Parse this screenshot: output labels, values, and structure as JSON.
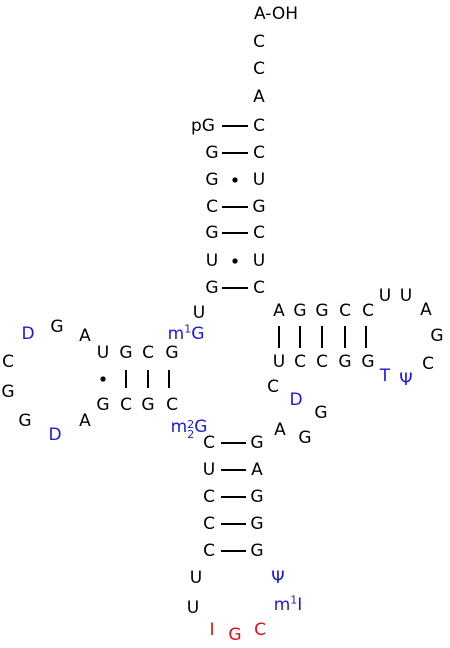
{
  "colors": {
    "standard": "#000000",
    "modified": "#1a1adb",
    "anticodon": "#e01010"
  },
  "nucleotides": [
    {
      "id": "acc-aoh",
      "text": "A-OH",
      "kind": "standard"
    },
    {
      "id": "acc-c1",
      "text": "C",
      "kind": "standard"
    },
    {
      "id": "acc-c2",
      "text": "C",
      "kind": "standard"
    },
    {
      "id": "acc-a",
      "text": "A",
      "kind": "standard"
    },
    {
      "id": "acc-l1",
      "text": "pG",
      "kind": "standard"
    },
    {
      "id": "acc-l2",
      "text": "G",
      "kind": "standard"
    },
    {
      "id": "acc-l3",
      "text": "G",
      "kind": "standard"
    },
    {
      "id": "acc-l4",
      "text": "C",
      "kind": "standard"
    },
    {
      "id": "acc-l5",
      "text": "G",
      "kind": "standard"
    },
    {
      "id": "acc-l6",
      "text": "U",
      "kind": "standard"
    },
    {
      "id": "acc-l7",
      "text": "G",
      "kind": "standard"
    },
    {
      "id": "acc-r1",
      "text": "C",
      "kind": "standard"
    },
    {
      "id": "acc-r2",
      "text": "C",
      "kind": "standard"
    },
    {
      "id": "acc-r3",
      "text": "U",
      "kind": "standard"
    },
    {
      "id": "acc-r4",
      "text": "G",
      "kind": "standard"
    },
    {
      "id": "acc-r5",
      "text": "C",
      "kind": "standard"
    },
    {
      "id": "acc-r6",
      "text": "U",
      "kind": "standard"
    },
    {
      "id": "acc-r7",
      "text": "C",
      "kind": "standard"
    },
    {
      "id": "link-u8",
      "text": "U",
      "kind": "standard"
    },
    {
      "id": "m1g",
      "text": "m",
      "sup": "1",
      "tail": "G",
      "kind": "modified"
    },
    {
      "id": "d-top-g",
      "text": "G",
      "kind": "standard"
    },
    {
      "id": "d-top-c",
      "text": "C",
      "kind": "standard"
    },
    {
      "id": "d-top-g2",
      "text": "G",
      "kind": "standard"
    },
    {
      "id": "d-top-u",
      "text": "U",
      "kind": "standard"
    },
    {
      "id": "d-top-a",
      "text": "A",
      "kind": "standard"
    },
    {
      "id": "d-loop-g1",
      "text": "G",
      "kind": "standard"
    },
    {
      "id": "d-loop-d1",
      "text": "D",
      "kind": "modified"
    },
    {
      "id": "d-loop-c",
      "text": "C",
      "kind": "standard"
    },
    {
      "id": "d-loop-g2",
      "text": "G",
      "kind": "standard"
    },
    {
      "id": "d-loop-g3",
      "text": "G",
      "kind": "standard"
    },
    {
      "id": "d-loop-d2",
      "text": "D",
      "kind": "modified"
    },
    {
      "id": "d-bot-a",
      "text": "A",
      "kind": "standard"
    },
    {
      "id": "d-bot-g",
      "text": "G",
      "kind": "standard"
    },
    {
      "id": "d-bot-c",
      "text": "C",
      "kind": "standard"
    },
    {
      "id": "d-bot-g2",
      "text": "G",
      "kind": "standard"
    },
    {
      "id": "d-bot-c2",
      "text": "C",
      "kind": "standard"
    },
    {
      "id": "m22g",
      "text": "m",
      "sup": "2",
      "sub": "2",
      "tail": "G",
      "kind": "modified"
    },
    {
      "id": "ac-l1",
      "text": "C",
      "kind": "standard"
    },
    {
      "id": "ac-l2",
      "text": "U",
      "kind": "standard"
    },
    {
      "id": "ac-l3",
      "text": "C",
      "kind": "standard"
    },
    {
      "id": "ac-l4",
      "text": "C",
      "kind": "standard"
    },
    {
      "id": "ac-l5",
      "text": "C",
      "kind": "standard"
    },
    {
      "id": "ac-r1",
      "text": "G",
      "kind": "standard"
    },
    {
      "id": "ac-r2",
      "text": "A",
      "kind": "standard"
    },
    {
      "id": "ac-r3",
      "text": "G",
      "kind": "standard"
    },
    {
      "id": "ac-r4",
      "text": "G",
      "kind": "standard"
    },
    {
      "id": "ac-r5",
      "text": "G",
      "kind": "standard"
    },
    {
      "id": "ac-loop-u1",
      "text": "U",
      "kind": "standard"
    },
    {
      "id": "ac-loop-u2",
      "text": "U",
      "kind": "standard"
    },
    {
      "id": "ac-i",
      "text": "I",
      "kind": "anticodon"
    },
    {
      "id": "ac-g",
      "text": "G",
      "kind": "anticodon"
    },
    {
      "id": "ac-c",
      "text": "C",
      "kind": "anticodon"
    },
    {
      "id": "m1i",
      "text": "m",
      "sup": "1",
      "tail": "I",
      "kind": "modified"
    },
    {
      "id": "ac-psi",
      "text": "Ψ",
      "kind": "modified"
    },
    {
      "id": "var-c",
      "text": "C",
      "kind": "standard"
    },
    {
      "id": "var-d",
      "text": "D",
      "kind": "modified"
    },
    {
      "id": "var-g1",
      "text": "G",
      "kind": "standard"
    },
    {
      "id": "var-a",
      "text": "A",
      "kind": "standard"
    },
    {
      "id": "var-g2",
      "text": "G",
      "kind": "standard"
    },
    {
      "id": "t-top-a",
      "text": "A",
      "kind": "standard"
    },
    {
      "id": "t-top-g",
      "text": "G",
      "kind": "standard"
    },
    {
      "id": "t-top-g2",
      "text": "G",
      "kind": "standard"
    },
    {
      "id": "t-top-c",
      "text": "C",
      "kind": "standard"
    },
    {
      "id": "t-top-c2",
      "text": "C",
      "kind": "standard"
    },
    {
      "id": "t-loop-u1",
      "text": "U",
      "kind": "standard"
    },
    {
      "id": "t-loop-u2",
      "text": "U",
      "kind": "standard"
    },
    {
      "id": "t-loop-a",
      "text": "A",
      "kind": "standard"
    },
    {
      "id": "t-loop-g",
      "text": "G",
      "kind": "standard"
    },
    {
      "id": "t-loop-c",
      "text": "C",
      "kind": "standard"
    },
    {
      "id": "t-loop-psi",
      "text": "Ψ",
      "kind": "modified"
    },
    {
      "id": "t-loop-t",
      "text": "T",
      "kind": "modified"
    },
    {
      "id": "t-bot-u",
      "text": "U",
      "kind": "standard"
    },
    {
      "id": "t-bot-c",
      "text": "C",
      "kind": "standard"
    },
    {
      "id": "t-bot-c2",
      "text": "C",
      "kind": "standard"
    },
    {
      "id": "t-bot-g",
      "text": "G",
      "kind": "standard"
    },
    {
      "id": "t-bot-g2",
      "text": "G",
      "kind": "standard"
    }
  ],
  "pairs": [
    {
      "id": "acc-bp1",
      "type": "wc"
    },
    {
      "id": "acc-bp2",
      "type": "wc"
    },
    {
      "id": "acc-bp3",
      "type": "wobble"
    },
    {
      "id": "acc-bp4",
      "type": "wc"
    },
    {
      "id": "acc-bp5",
      "type": "wc"
    },
    {
      "id": "acc-bp6",
      "type": "wobble"
    },
    {
      "id": "acc-bp7",
      "type": "wc"
    },
    {
      "id": "d-bp1",
      "type": "wobble"
    },
    {
      "id": "d-bp2",
      "type": "wc"
    },
    {
      "id": "d-bp3",
      "type": "wc"
    },
    {
      "id": "d-bp4",
      "type": "wc"
    },
    {
      "id": "ac-bp1",
      "type": "wc"
    },
    {
      "id": "ac-bp2",
      "type": "wc"
    },
    {
      "id": "ac-bp3",
      "type": "wc"
    },
    {
      "id": "ac-bp4",
      "type": "wc"
    },
    {
      "id": "ac-bp5",
      "type": "wc"
    },
    {
      "id": "t-bp1",
      "type": "wc"
    },
    {
      "id": "t-bp2",
      "type": "wc"
    },
    {
      "id": "t-bp3",
      "type": "wc"
    },
    {
      "id": "t-bp4",
      "type": "wc"
    },
    {
      "id": "t-bp5",
      "type": "wc"
    }
  ]
}
